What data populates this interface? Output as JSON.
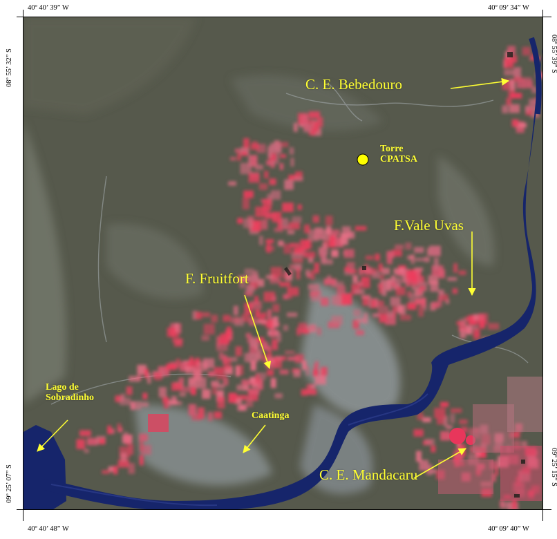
{
  "coords": {
    "top_left": "40º 40’ 39” W",
    "top_right": "40º 09’ 34” W",
    "bottom_left": "40º 40’ 48” W",
    "bottom_right": "40º 09’ 40” W",
    "left_top": "08º 55’ 32” S",
    "left_bottom": "09º 25’ 07” S",
    "right_top": "08º 55’ 39” S",
    "right_bottom": "09º 25’ 15” S"
  },
  "labels": {
    "bebedouro": "C. E. Bebedouro",
    "torre_line1": "Torre",
    "torre_line2": "CPATSA",
    "vale_uvas": "F.Vale Uvas",
    "fruitfort": "F. Fruitfort",
    "lago_line1": "Lago de",
    "lago_line2": "Sobradinho",
    "caatinga": "Caatinga",
    "mandacaru": "C. E. Mandacaru"
  },
  "colors": {
    "annotation": "#ffff33",
    "marker": "#ffff00",
    "river": "#16256b",
    "irrigated": "#e2435e",
    "vegetation": "#56594c",
    "soil": "#8c949b"
  },
  "icons": {
    "tower_marker": "circle-marker-icon",
    "arrows": "arrow-icon"
  }
}
